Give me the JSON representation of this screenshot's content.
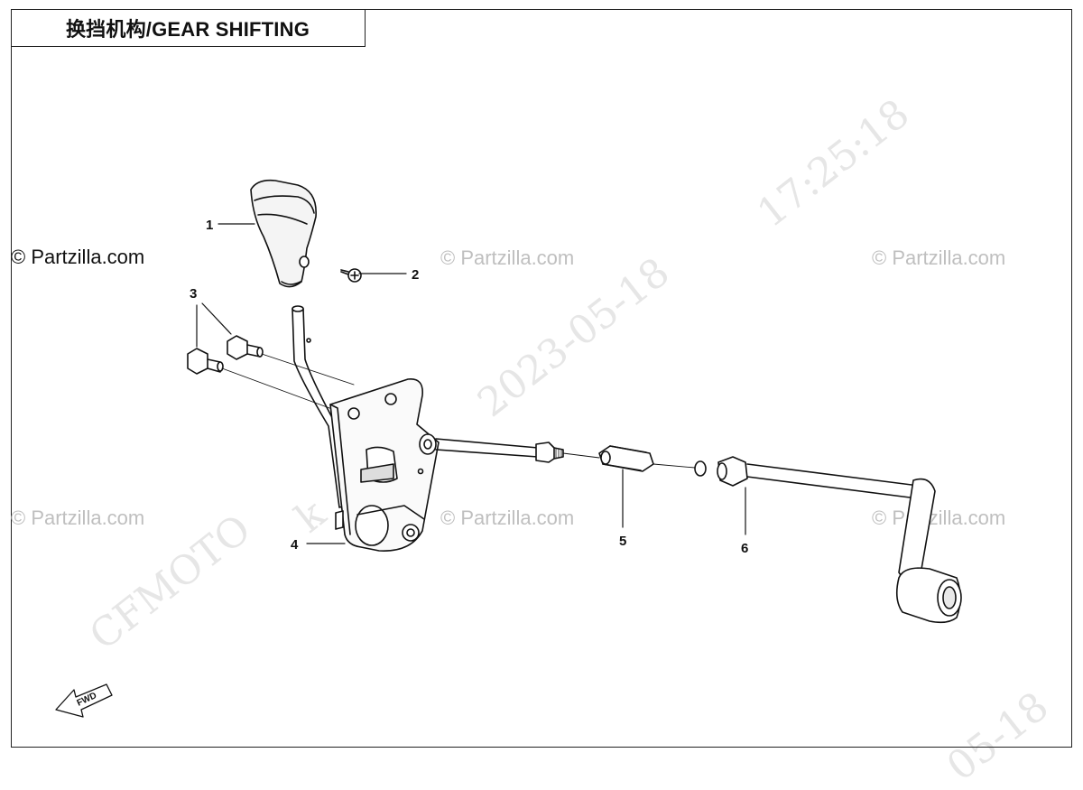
{
  "title": "换挡机构/GEAR SHIFTING",
  "watermarks": {
    "copyright": "© Partzilla.com",
    "stamp_date": "2023-05-18",
    "stamp_time": "17:25:18",
    "stamp_brand": "CFMOTO",
    "stamp_partial": "k",
    "stamp_corner": "05-18"
  },
  "callouts": [
    "1",
    "2",
    "3",
    "4",
    "5",
    "6"
  ],
  "fwd_label": "FWD"
}
